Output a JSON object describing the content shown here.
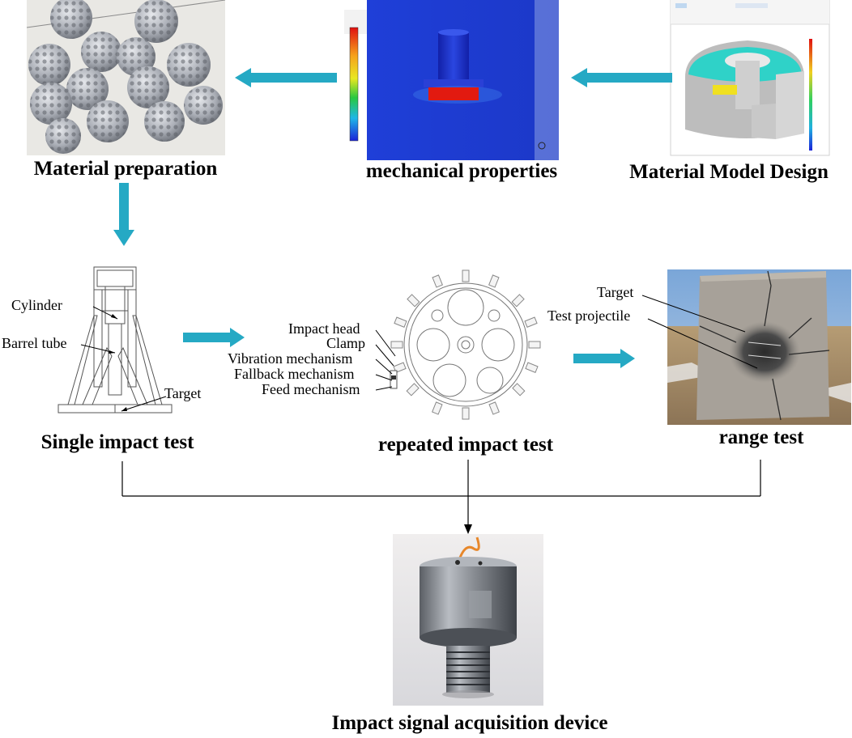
{
  "steps": {
    "material_preparation": "Material preparation",
    "mechanical_properties": "mechanical properties",
    "material_model_design": "Material Model Design",
    "single_impact_test": "Single impact test",
    "repeated_impact_test": "repeated impact test",
    "range_test": "range test",
    "signal_device": "Impact signal acquisition device"
  },
  "single_impact_labels": {
    "cylinder": "Cylinder",
    "barrel_tube": "Barrel tube",
    "target": "Target"
  },
  "repeated_impact_labels": {
    "impact_head": "Impact head",
    "clamp": "Clamp",
    "vibration": "Vibration mechanism",
    "fallback": "Fallback mechanism",
    "feed": "Feed mechanism"
  },
  "range_test_labels": {
    "target": "Target",
    "projectile": "Test projectile"
  },
  "colors": {
    "flow_arrow": "#25a9c4",
    "connector": "#000000"
  }
}
